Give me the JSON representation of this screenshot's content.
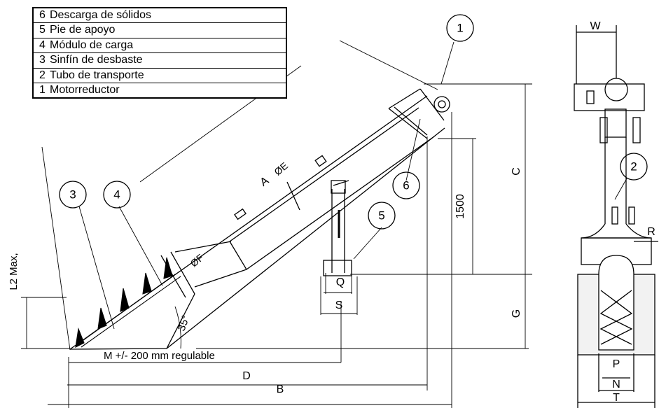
{
  "legend": [
    {
      "num": "6",
      "label": "Descarga de sólidos"
    },
    {
      "num": "5",
      "label": "Pie de apoyo"
    },
    {
      "num": "4",
      "label": "Módulo de carga"
    },
    {
      "num": "3",
      "label": "Sinfín de desbaste"
    },
    {
      "num": "2",
      "label": "Tubo de transporte"
    },
    {
      "num": "1",
      "label": "Motorreductor"
    }
  ],
  "callouts": {
    "c1": "1",
    "c2": "2",
    "c3": "3",
    "c4": "4",
    "c5": "5",
    "c6": "6"
  },
  "dimensions": {
    "A": "A",
    "B": "B",
    "C": "C",
    "D": "D",
    "G": "G",
    "W": "W",
    "R": "R",
    "P": "P",
    "N": "N",
    "T": "T",
    "Q": "Q",
    "S": "S",
    "height_1500": "1500",
    "diam_E": "ØE",
    "diam_F": "ØF",
    "angle": "35°",
    "l2_max": "L2  Max,",
    "m_adjustable": "M  +/-  200  mm  regulable"
  }
}
